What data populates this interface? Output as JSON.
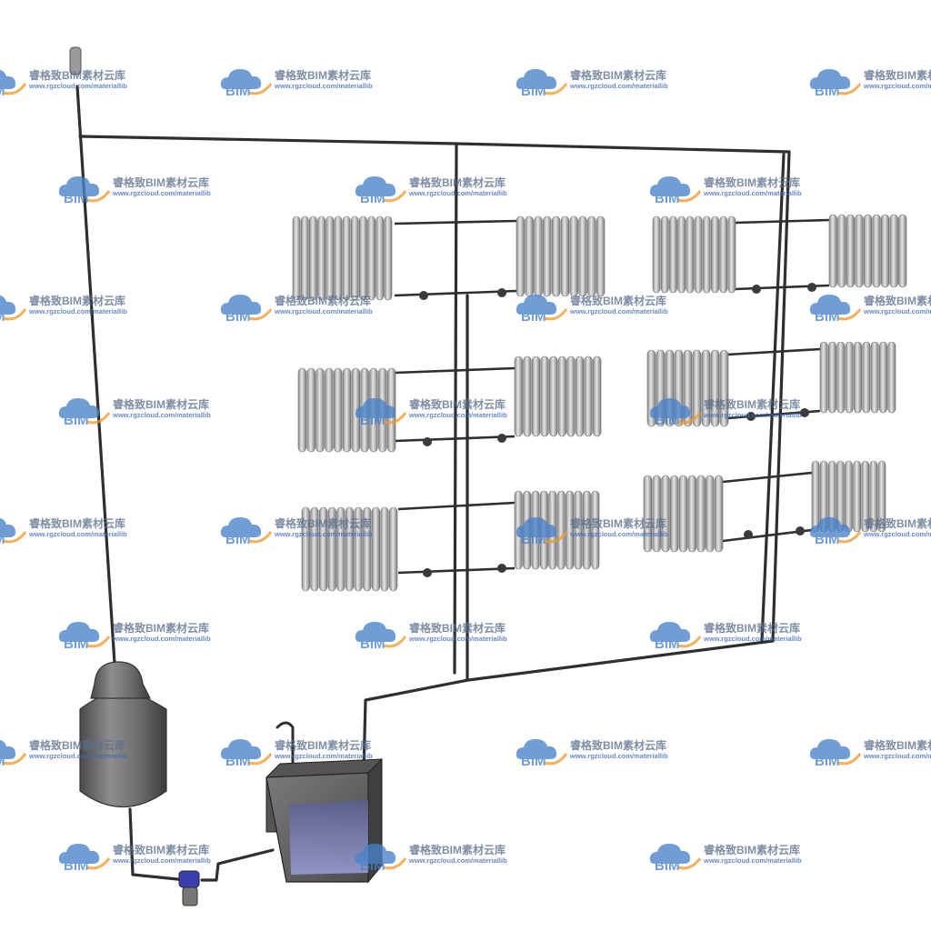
{
  "watermark": {
    "brand": "睿格致BIM素材云库",
    "url": "www.rgzcloud.com/materiallib",
    "mark": "BIM",
    "colors": {
      "cloud": "#4a82cc",
      "swoosh": "#f29a2e",
      "text": "#5b6f8e",
      "url": "#3d68b8"
    }
  },
  "colors": {
    "pipe": "#2f2f2f",
    "radiator": "#b9b9b9",
    "tank": "#6c6c6c",
    "water": "#8a8fc9",
    "pump": "#3a3fb0"
  },
  "radiator_count": 12
}
